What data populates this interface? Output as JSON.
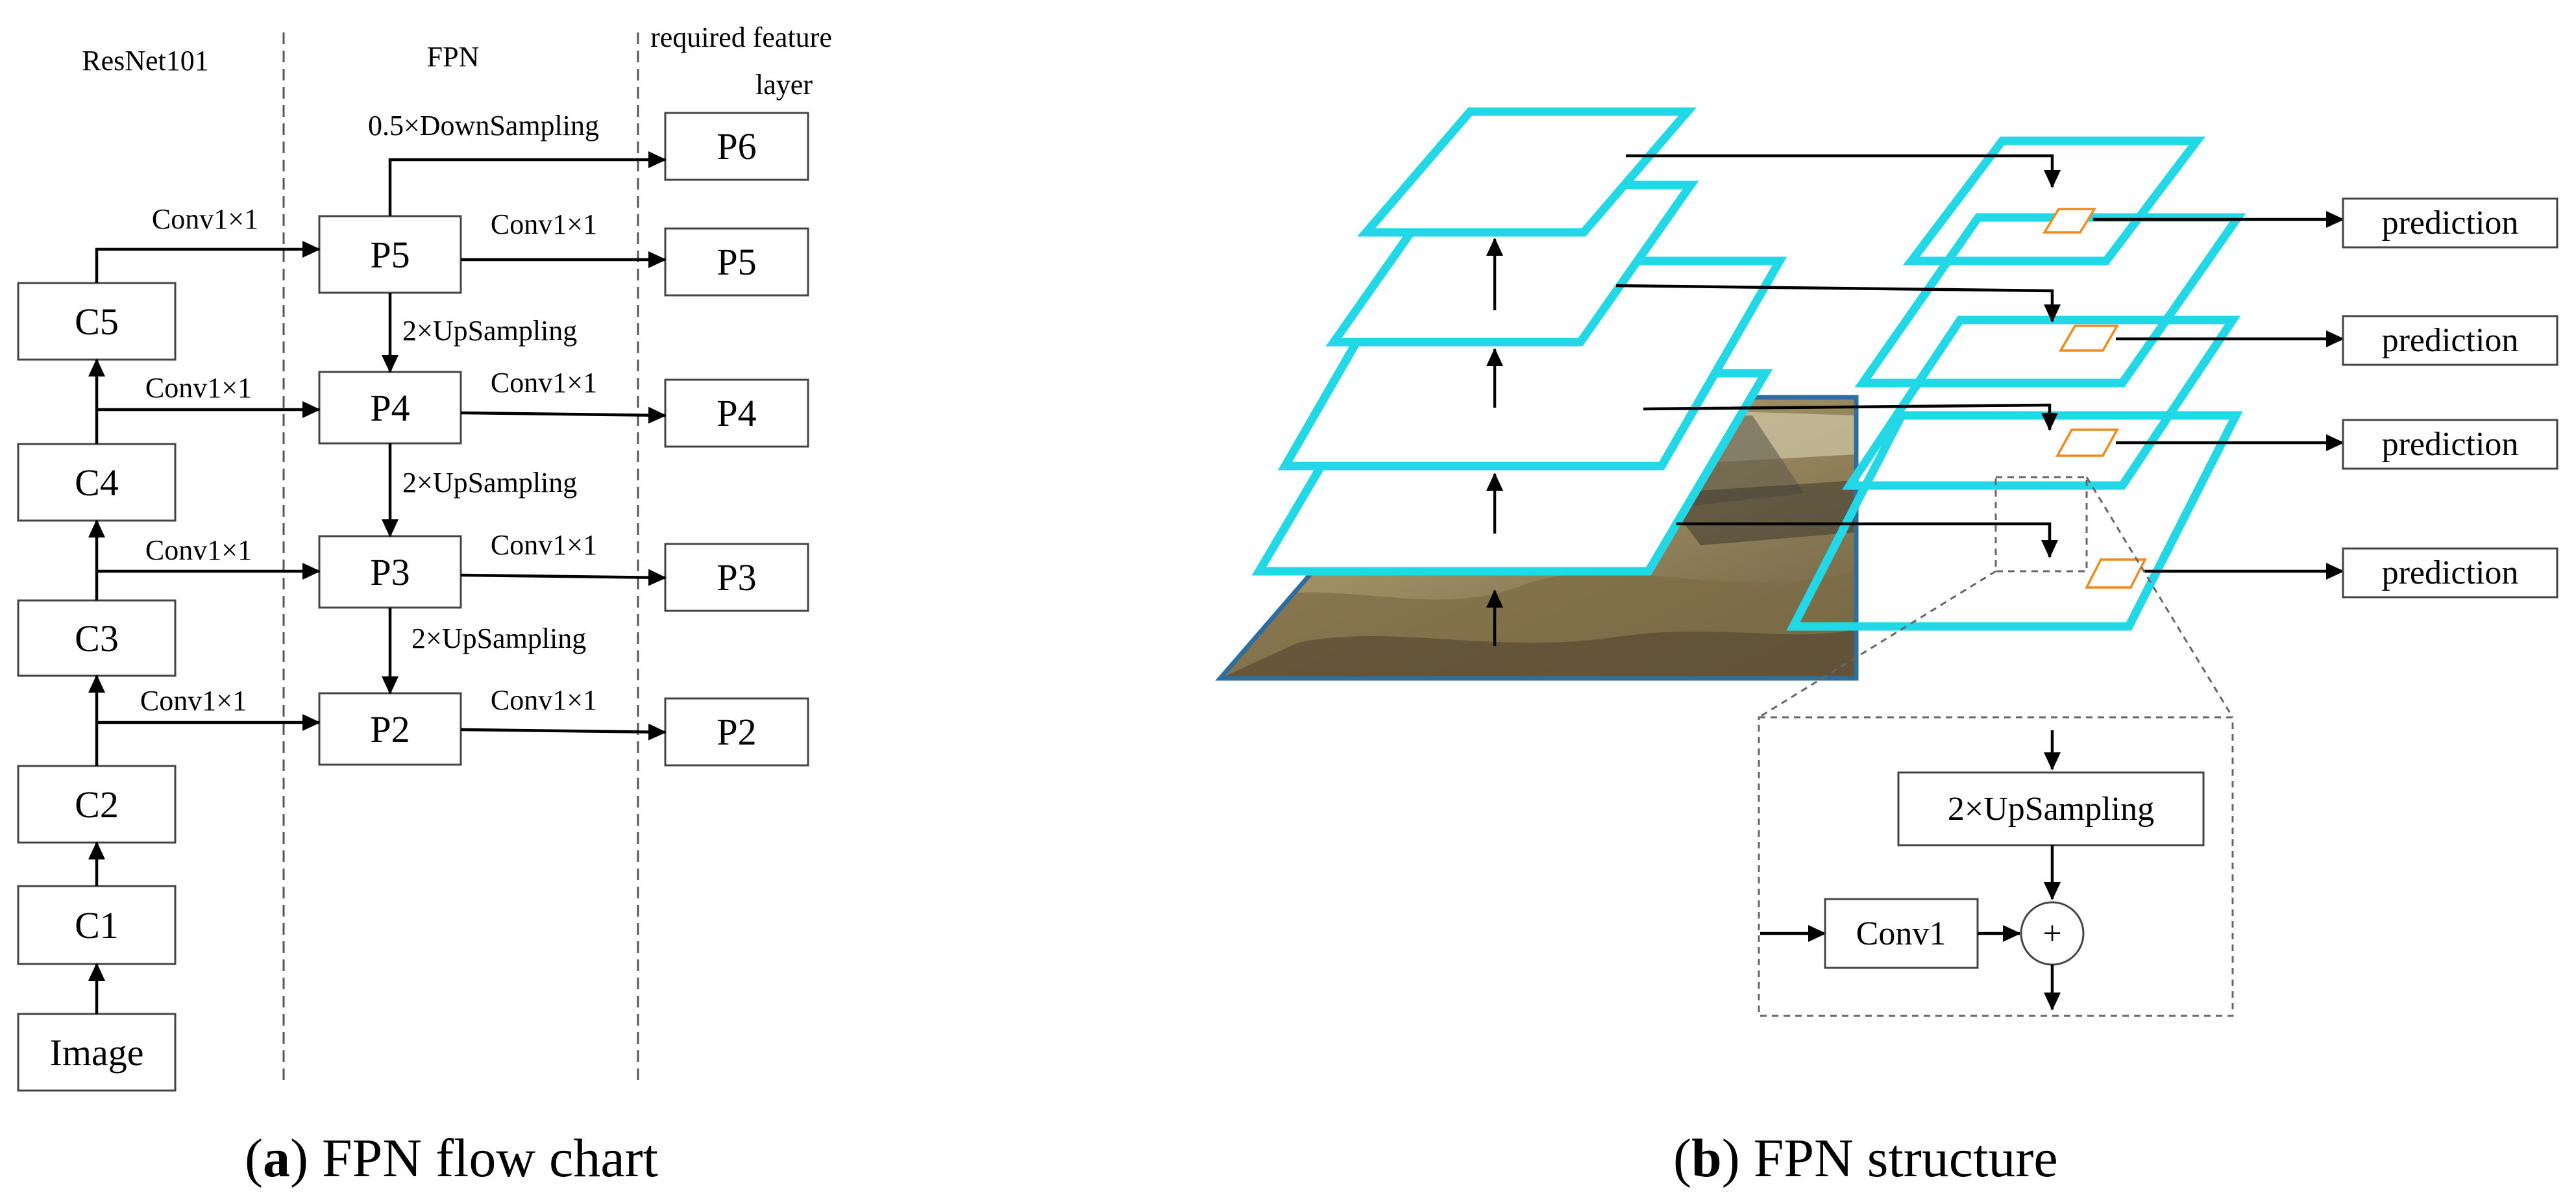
{
  "panel_a": {
    "headers": {
      "resnet": "ResNet101",
      "fpn": "FPN",
      "required_line1": "required feature",
      "required_line2": "layer"
    },
    "boxes": {
      "image": "Image",
      "c1": "C1",
      "c2": "C2",
      "c3": "C3",
      "c4": "C4",
      "c5": "C5",
      "p2": "P2",
      "p3": "P3",
      "p4": "P4",
      "p5": "P5",
      "out_p2": "P2",
      "out_p3": "P3",
      "out_p4": "P4",
      "out_p5": "P5",
      "out_p6": "P6"
    },
    "labels": {
      "conv": "Conv1×1",
      "up": "2×UpSampling",
      "down": "0.5×DownSampling"
    },
    "caption_letter": "a",
    "caption_text": "FPN flow chart"
  },
  "panel_b": {
    "prediction": "prediction",
    "upsampling": "2×UpSampling",
    "conv": "Conv1",
    "plus": "+",
    "caption_letter": "b",
    "caption_text": "FPN structure"
  },
  "colors": {
    "pyramid_frame": "#22d8e6",
    "anchor": "#f08a1c",
    "photo_border": "#2c6f9e"
  }
}
